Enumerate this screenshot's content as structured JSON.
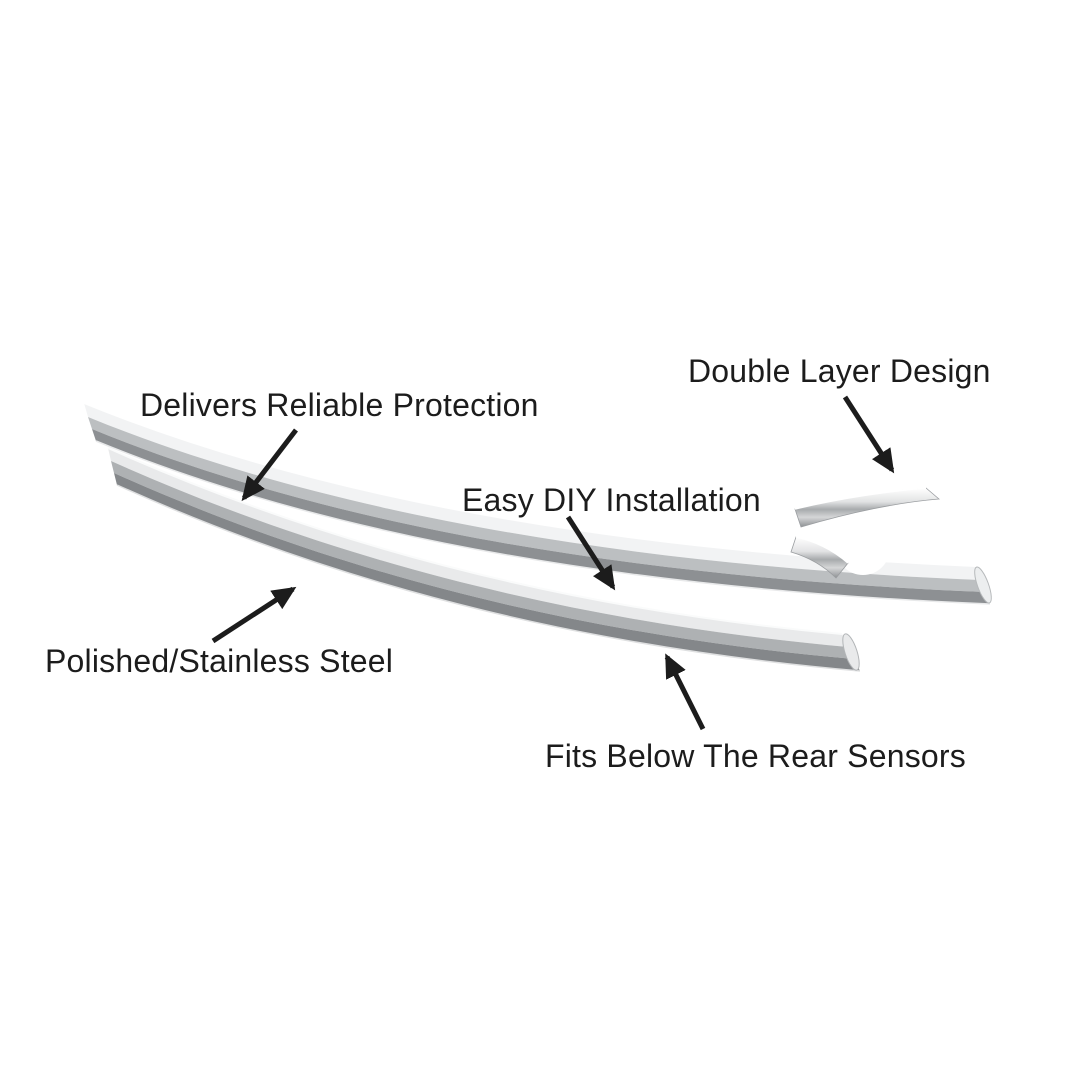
{
  "labels": {
    "protection": "Delivers Reliable Protection",
    "double_layer": "Double Layer Design",
    "installation": "Easy DIY Installation",
    "material": "Polished/Stainless Steel",
    "sensors": "Fits Below The Rear Sensors"
  },
  "colors": {
    "background": "#ffffff",
    "text": "#1c1c1c",
    "arrow": "#1c1c1c",
    "chrome_light": "#f2f3f4",
    "chrome_mid": "#bcbfc1",
    "chrome_dark": "#8d9093"
  }
}
